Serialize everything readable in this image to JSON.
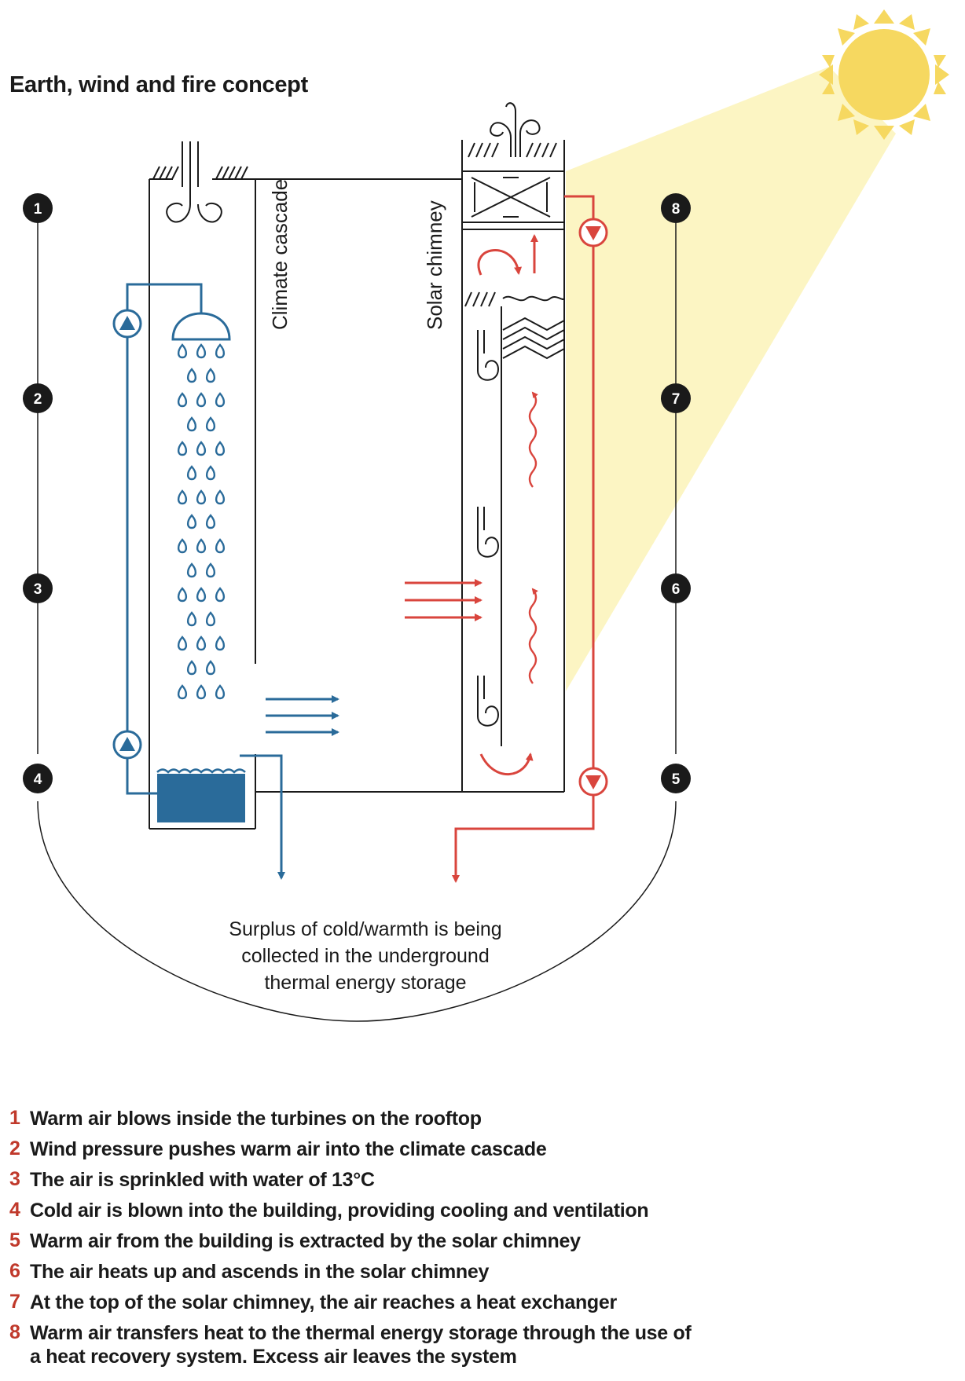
{
  "title": "Earth, wind and fire concept",
  "labels": {
    "climate_cascade": "Climate cascade",
    "solar_chimney": "Solar chimney"
  },
  "surplus_text": [
    "Surplus of cold/warmth is being",
    "collected in the underground",
    "thermal energy storage"
  ],
  "markers": [
    "1",
    "2",
    "3",
    "4",
    "5",
    "6",
    "7",
    "8"
  ],
  "legend": [
    {
      "num": "1",
      "text": "Warm air blows inside the turbines on the rooftop"
    },
    {
      "num": "2",
      "text": "Wind pressure pushes warm air into the climate cascade"
    },
    {
      "num": "3",
      "text": "The air is sprinkled with water of 13°C"
    },
    {
      "num": "4",
      "text": "Cold air is blown into the building, providing cooling and ventilation"
    },
    {
      "num": "5",
      "text": "Warm air from the building is extracted by the solar chimney"
    },
    {
      "num": "6",
      "text": "The air heats up and ascends in the solar chimney"
    },
    {
      "num": "7",
      "text": "At the top of the solar chimney, the air reaches a heat exchanger"
    },
    {
      "num": "8",
      "text": "Warm air transfers heat to the thermal energy storage through the use of a heat recovery system. Excess air leaves the system"
    }
  ],
  "colors": {
    "water_blue": "#2a6b9a",
    "heat_red": "#d9453d",
    "sun_yellow": "#f6d860",
    "light_beam": "#fcf3b8",
    "number_red": "#c0392b",
    "line_dark": "#1a1a1a"
  },
  "icons": [
    "sun-icon",
    "turbine-icon",
    "pump-icon",
    "shower-icon",
    "water-drop-icon",
    "heat-exchanger-icon"
  ]
}
